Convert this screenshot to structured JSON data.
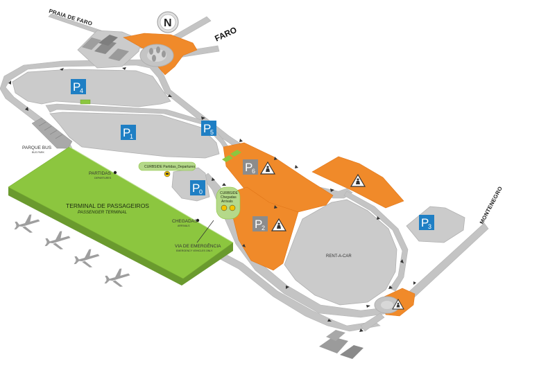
{
  "map": {
    "compass_letter": "N",
    "roads": {
      "praia_de_faro": "PRAIA DE FARO",
      "faro": "FARO",
      "montenegro": "MONTENEGRO"
    },
    "parking": {
      "p4": {
        "letter": "P",
        "number": "4"
      },
      "p1": {
        "letter": "P",
        "number": "1"
      },
      "p5": {
        "letter": "P",
        "number": "5"
      },
      "p0": {
        "letter": "P",
        "number": "0"
      },
      "p6": {
        "letter": "P",
        "number": "6"
      },
      "p2": {
        "letter": "P",
        "number": "2"
      },
      "p3": {
        "letter": "P",
        "number": "3"
      }
    },
    "labels": {
      "parque_bus": "PARQUE BUS",
      "parque_bus_sub": "BUS PARK",
      "partidas": "PARTIDAS",
      "partidas_sub": "DEPARTURES",
      "chegadas": "CHEGADAS",
      "chegadas_sub": "ARRIVALS",
      "via_emergencia": "VIA DE EMERGÊNCIA",
      "via_emergencia_sub": "EMERGENCY VEHICLES ONLY",
      "terminal": "TERMINAL DE PASSAGEIROS",
      "terminal_sub": "PASSENGER TERMINAL",
      "curbside_departures": "CURBSIDE Partidas_Departures",
      "curbside_arrivals_1": "CURBSIDE",
      "curbside_arrivals_2": "Chegadas",
      "curbside_arrivals_3": "Arrivals",
      "rent_a_car": "RENT-A-CAR"
    },
    "colors": {
      "road": "#c2c2c2",
      "parking_grey": "#cacaca",
      "orange": "#f08a2a",
      "terminal_green": "#8cc63f",
      "parking_blue": "#1f7fc4",
      "parking_grey_sign": "#8c8c8c",
      "curbside_green": "#b5d98a"
    },
    "icons": [
      "compass-icon",
      "airplane-icon",
      "construction-worker-icon",
      "taxi-icon",
      "bus-icon",
      "location-dot-icon",
      "direction-arrow-icon"
    ]
  }
}
